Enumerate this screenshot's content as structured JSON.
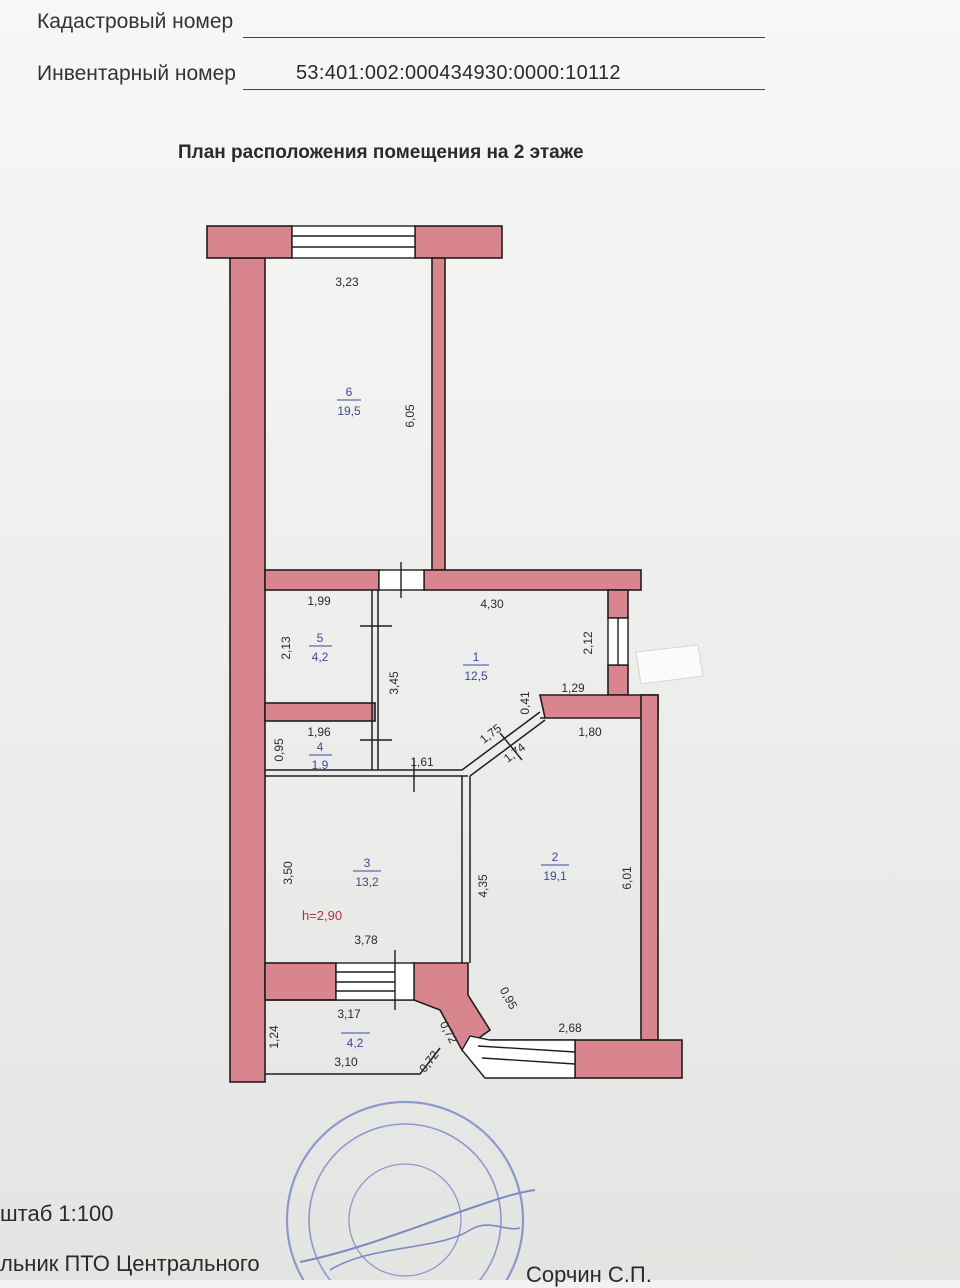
{
  "header": {
    "cadastral_label": "Кадастровый  номер",
    "inventory_label": "Инвентарный номер",
    "inventory_value": "53:401:002:000434930:0000:10112"
  },
  "plan": {
    "title": "План расположения помещения  на 2 этаже",
    "wall_color": "#d9858d",
    "room_label_color": "#3a4a9a",
    "height_label_color": "#b03040",
    "rooms": [
      {
        "number": "1",
        "area": "12,5"
      },
      {
        "number": "2",
        "area": "19,1"
      },
      {
        "number": "3",
        "area": "13,2"
      },
      {
        "number": "4",
        "area": "1,9"
      },
      {
        "number": "5",
        "area": "4,2"
      },
      {
        "number": "6",
        "area": "19,5"
      },
      {
        "number": "",
        "area": "4,2"
      }
    ],
    "dimensions": {
      "r6_width": "3,23",
      "r6_height": "6,05",
      "r5_width": "1,99",
      "r5_height": "2,13",
      "r1_width": "4,30",
      "r1_right": "2,12",
      "r1_left": "3,45",
      "r1_step": "0,41",
      "r1_notch": "1,29",
      "r4_width": "1,96",
      "r4_height": "0,95",
      "diag_a": "1,75",
      "diag_b": "1,74",
      "r3_top": "1,61",
      "r2_top": "1,80",
      "r3_height": "3,50",
      "r3_bottom": "3,78",
      "r2_left": "4,35",
      "r2_right": "6,01",
      "r2_diag": "0,95",
      "r2_bottom": "2,68",
      "balc_top": "3,17",
      "balc_height": "1,24",
      "balc_bottom": "3,10",
      "balc_diag_a": "0,72",
      "balc_diag_b": "0,72"
    },
    "ceiling_height": "h=2,90"
  },
  "footer": {
    "scale": "штаб 1:100",
    "position": "льник  ПТО Центрального",
    "signature_name": "Сорчин С.П."
  }
}
